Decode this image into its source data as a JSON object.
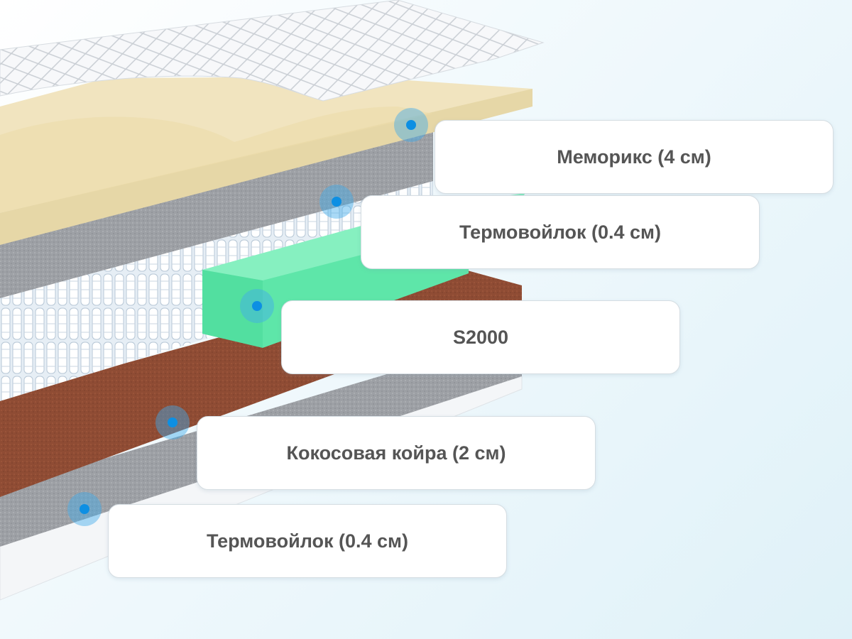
{
  "layers": [
    {
      "name": "Меморикс (4 см)",
      "color": "#f1e4bf"
    },
    {
      "name": "Термовойлок (0.4 см)",
      "color": "#9ea0a5"
    },
    {
      "name": "S2000",
      "color": "#5ee6a9"
    },
    {
      "name": "Кокосовая койра (2 см)",
      "color": "#8f4c34"
    },
    {
      "name": "Термовойлок (0.4 см)",
      "color": "#9ea0a5"
    }
  ],
  "colors": {
    "accent": "#0d8fe3",
    "cover": "#f2f4f6",
    "memory_foam": "#f1e4bf",
    "felt": "#9ea0a5",
    "springs": "#e9f1f7",
    "foam_s2000": "#5ee6a9",
    "coir": "#8f4c34"
  }
}
